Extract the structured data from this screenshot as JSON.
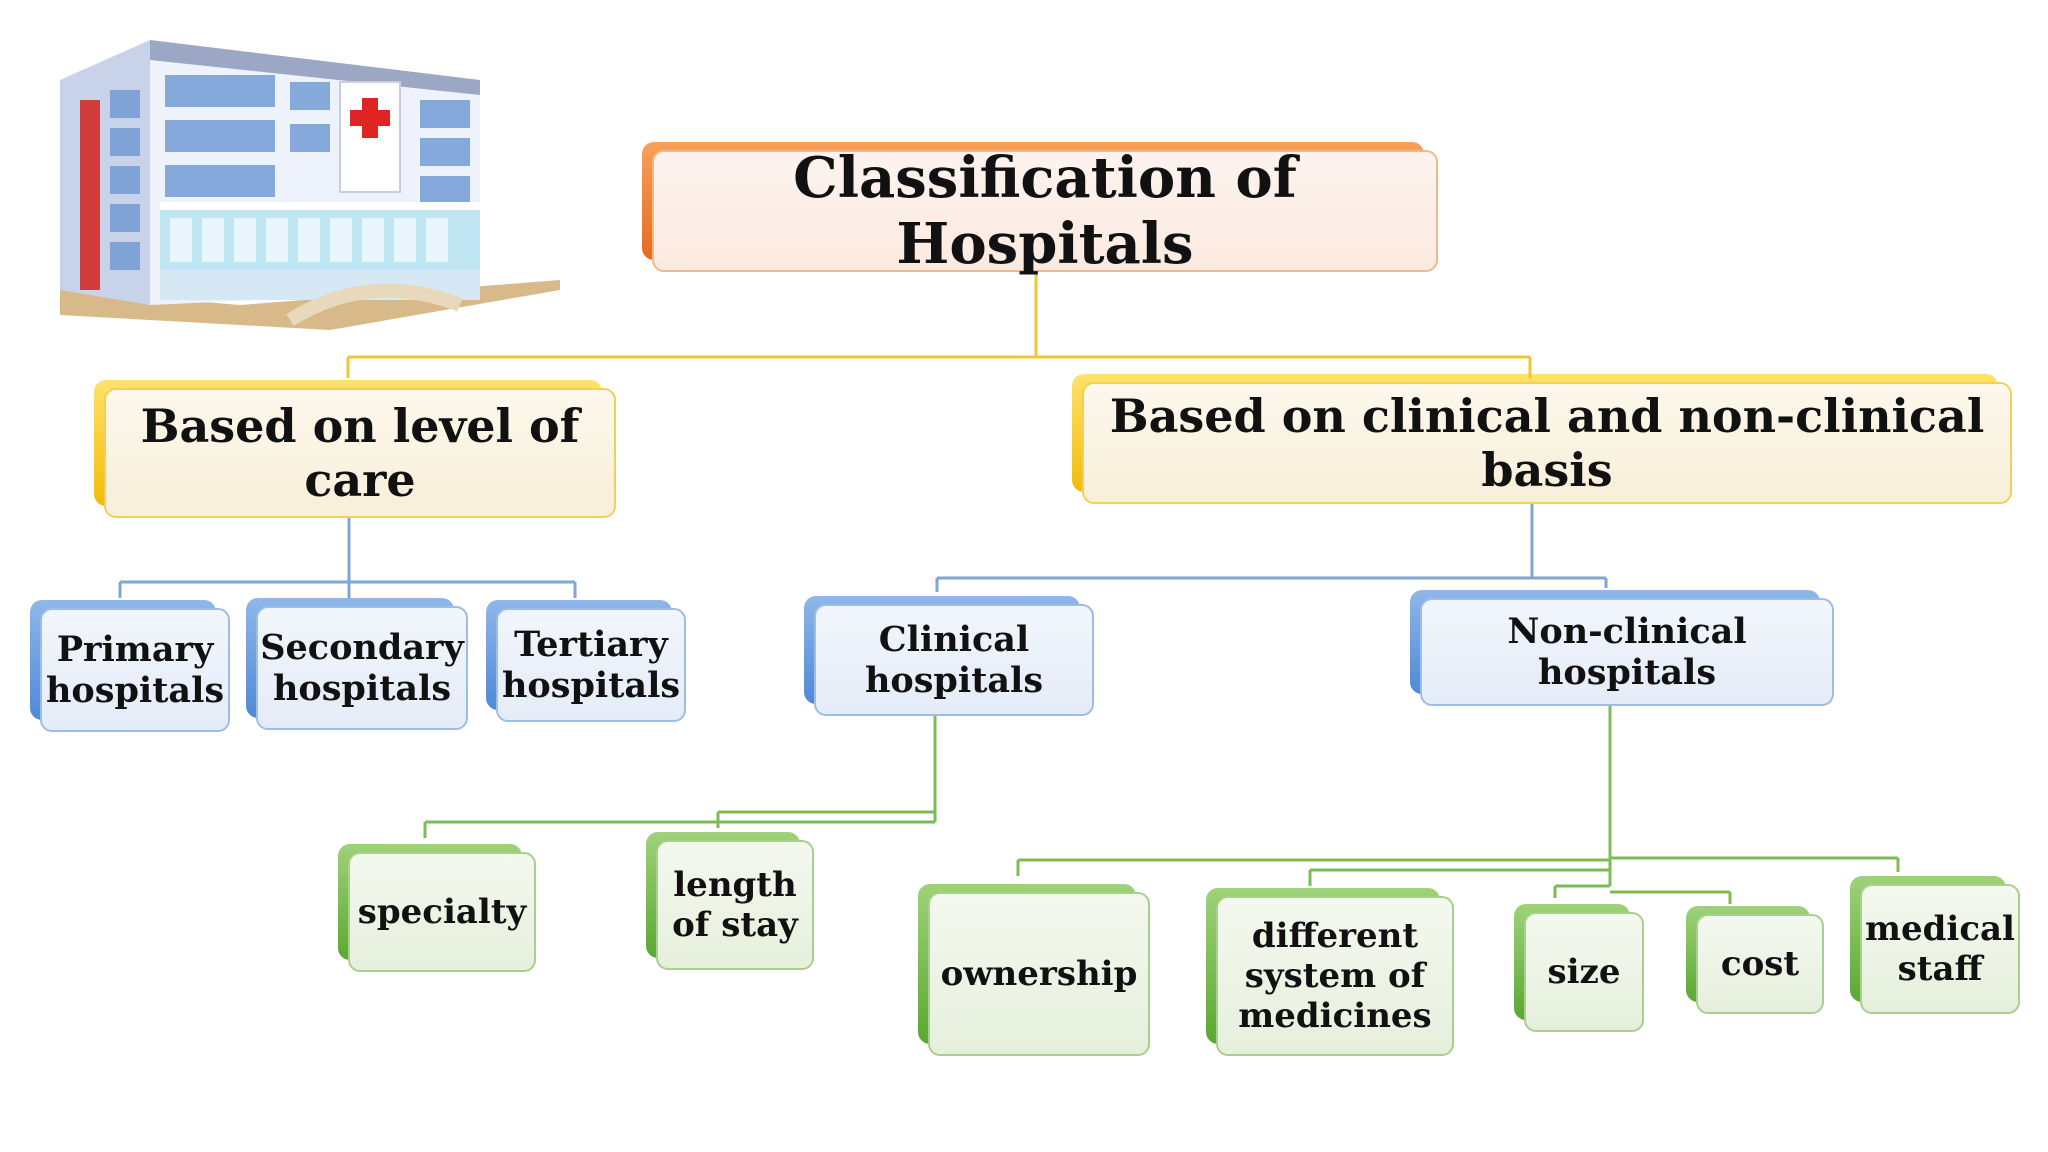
{
  "root": {
    "label": "Classification of Hospitals"
  },
  "level_of_care": {
    "label": "Based on level of care",
    "children": [
      "Primary hospitals",
      "Secondary hospitals",
      "Tertiary hospitals"
    ]
  },
  "clinical_basis": {
    "label": "Based on clinical and non-clinical basis",
    "clinical": {
      "label": "Clinical hospitals",
      "children": [
        "specialty",
        "length of stay"
      ]
    },
    "non_clinical": {
      "label": "Non-clinical hospitals",
      "children": [
        "ownership",
        "different system of medicines",
        "size",
        "cost",
        "medical staff"
      ]
    }
  },
  "colors": {
    "orange_connector": "#f2c43a",
    "blue_connector": "#7fa6d4",
    "green_connector": "#7dbb55",
    "hospital_red": "#e02424"
  },
  "icons": {
    "hospital_building": "hospital-building-illustration"
  }
}
